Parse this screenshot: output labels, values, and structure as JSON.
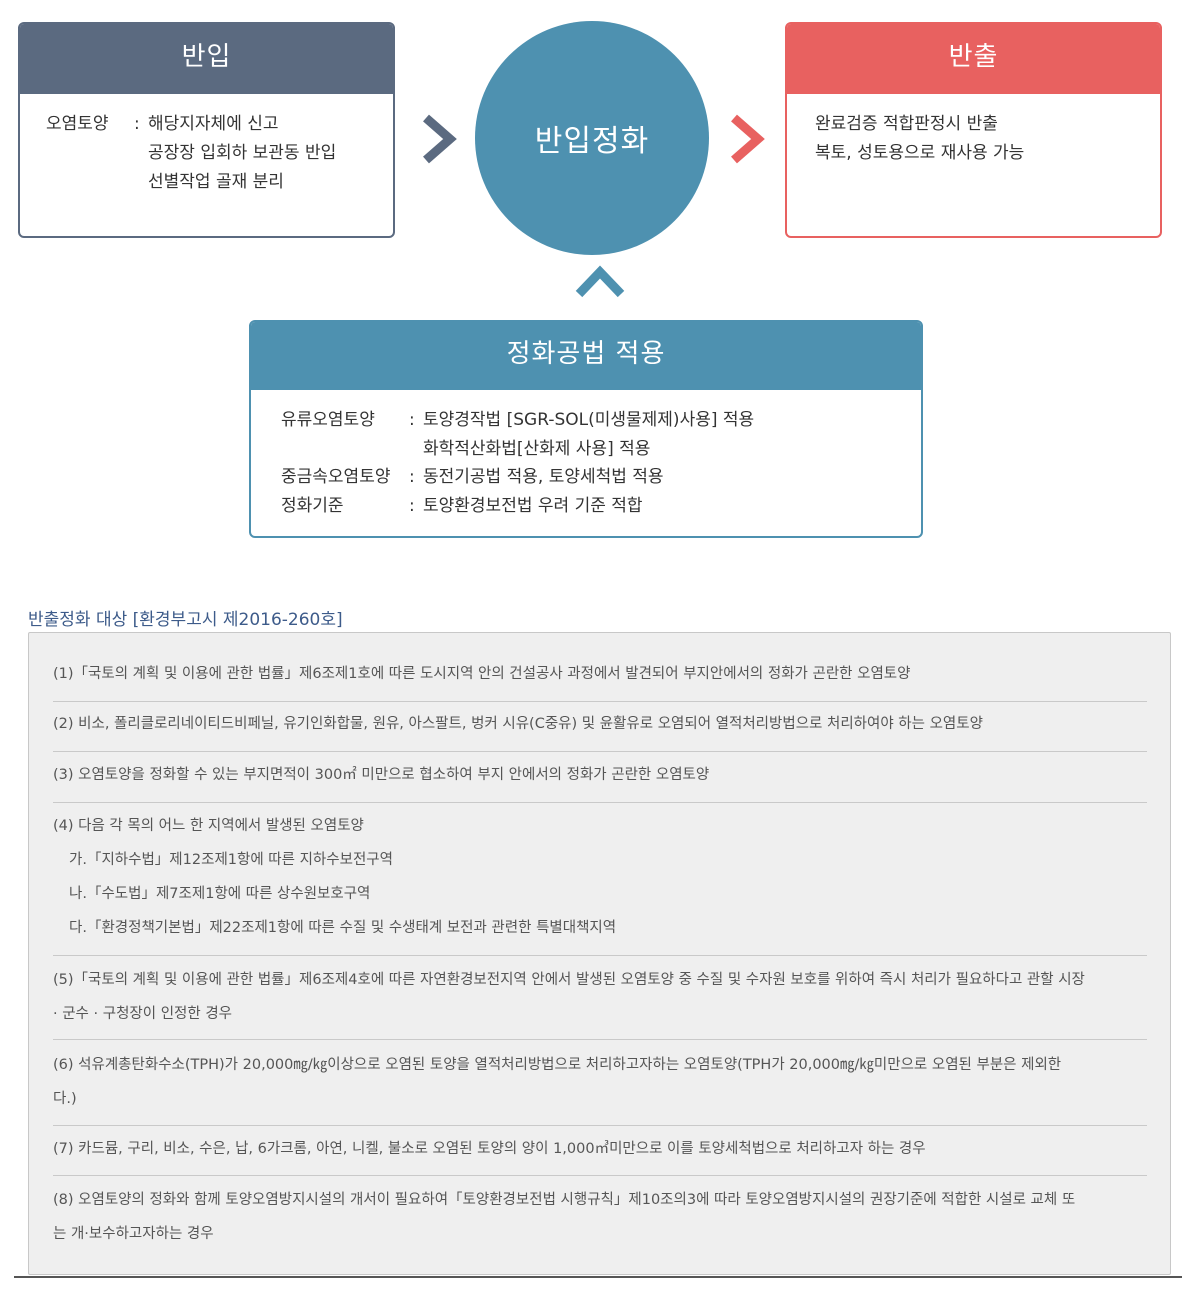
{
  "in_box": {
    "title": "반입",
    "key": "오염토양",
    "sep": ":",
    "lines": [
      "해당지자체에 신고",
      "공장장 입회하 보관동 반입",
      "선별작업 골재 분리"
    ]
  },
  "center": {
    "label": "반입정화"
  },
  "out_box": {
    "title": "반출",
    "lines": [
      "완료검증 적합판정시 반출",
      "복토, 성토용으로 재사용 가능"
    ]
  },
  "method_box": {
    "title": "정화공법 적용",
    "rows": [
      {
        "key": "유류오염토양",
        "sep": ":",
        "value": "토양경작법 [SGR-SOL(미생물제제)사용] 적용"
      },
      {
        "key": "",
        "sep": "",
        "value": "화학적산화법[산화제 사용] 적용"
      },
      {
        "key": "중금속오염토양",
        "sep": ":",
        "value": "동전기공법 적용, 토양세척법 적용"
      },
      {
        "key": "정화기준",
        "sep": ":",
        "value": "토양환경보전법 우려 기준 적합"
      }
    ]
  },
  "targets": {
    "title": "반출정화 대상 [환경부고시 제2016-260호]",
    "items": [
      {
        "lines": [
          "(1)「국토의 계획 및 이용에 관한 법률」제6조제1호에 따른 도시지역 안의 건설공사 과정에서 발견되어 부지안에서의 정화가 곤란한 오염토양"
        ]
      },
      {
        "lines": [
          "(2) 비소, 폴리클로리네이티드비페닐, 유기인화합물, 원유, 아스팔트, 벙커 시유(C중유) 및 윤활유로 오염되어 열적처리방법으로 처리하여야 하는 오염토양"
        ]
      },
      {
        "lines": [
          "(3) 오염토양을 정화할 수 있는 부지면적이 300㎡ 미만으로 협소하여 부지 안에서의 정화가 곤란한 오염토양"
        ]
      },
      {
        "lines": [
          "(4) 다음 각 목의 어느 한 지역에서 발생된 오염토양"
        ],
        "subs": [
          "가.「지하수법」제12조제1항에 따른 지하수보전구역",
          "나.「수도법」제7조제1항에 따른 상수원보호구역",
          "다.「환경정책기본법」제22조제1항에 따른 수질 및 수생태계 보전과 관련한 특별대책지역"
        ]
      },
      {
        "lines": [
          "(5)「국토의 계획 및 이용에 관한 법률」제6조제4호에 따른 자연환경보전지역 안에서 발생된 오염토양 중 수질 및 수자원 보호를 위하여 즉시 처리가 필요하다고 관할 시장",
          "· 군수 · 구청장이 인정한 경우"
        ]
      },
      {
        "lines": [
          "(6) 석유계총탄화수소(TPH)가 20,000㎎/㎏이상으로 오염된 토양을 열적처리방법으로 처리하고자하는 오염토양(TPH가 20,000㎎/㎏미만으로 오염된 부분은 제외한",
          "다.)"
        ]
      },
      {
        "lines": [
          "(7) 카드뮴, 구리, 비소, 수은, 납, 6가크롬, 아연, 니켈, 불소로 오염된 토양의 양이 1,000㎥미만으로 이를 토양세척법으로 처리하고자 하는 경우"
        ]
      },
      {
        "lines": [
          "(8) 오염토양의 정화와 함께 토양오염방지시설의 개서이 필요하여「토양환경보전법 시행규칙」제10조의3에 따라 토양오염방지시설의 권장기준에 적합한 시설로 교체 또",
          "는 개·보수하고자하는 경우"
        ]
      }
    ]
  },
  "colors": {
    "in": "#5b6a80",
    "out": "#e86160",
    "method": "#4e91b0"
  }
}
